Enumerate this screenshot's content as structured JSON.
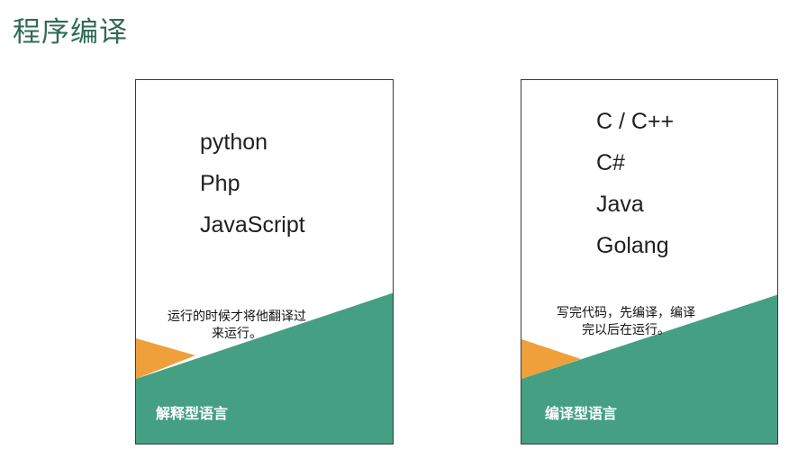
{
  "page": {
    "title": "程序编译"
  },
  "colors": {
    "green": "#45a083",
    "orange": "#f0a03a",
    "title": "#2f6b55"
  },
  "cards": [
    {
      "languages": [
        "python",
        "Php",
        "JavaScript"
      ],
      "note_line1": "运行的时候才将他翻译过",
      "note_line2": "来运行。",
      "type": "解释型语言"
    },
    {
      "languages": [
        "C / C++",
        "C#",
        "Java",
        "Golang"
      ],
      "note_line1": "写完代码，先编译，编译",
      "note_line2": "完以后在运行。",
      "type": "编译型语言"
    }
  ]
}
